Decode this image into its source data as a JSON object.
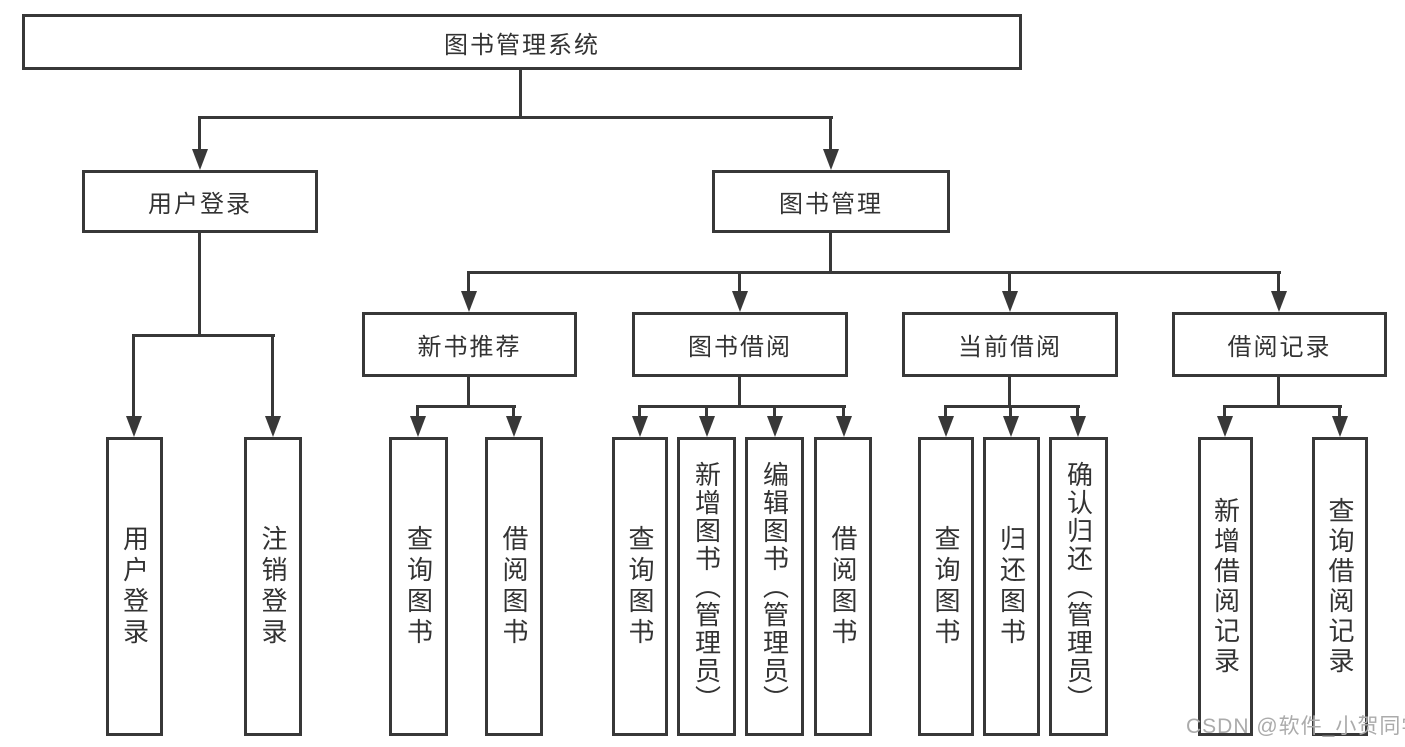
{
  "diagram_type": "hierarchy-tree",
  "colors": {
    "line": "#383838",
    "box_border": "#383838",
    "text": "#333333",
    "background": "#ffffff",
    "watermark": "#ababab"
  },
  "nodes": {
    "root": {
      "label": "图书管理系统"
    },
    "user_login": {
      "label": "用户登录"
    },
    "book_mgmt": {
      "label": "图书管理"
    },
    "login": {
      "label": "用户登录"
    },
    "logout": {
      "label": "注销登录"
    },
    "new_book_rec": {
      "label": "新书推荐"
    },
    "book_borrow": {
      "label": "图书借阅"
    },
    "current_borrow": {
      "label": "当前借阅"
    },
    "borrow_records": {
      "label": "借阅记录"
    },
    "nbr_query": {
      "label": "查询图书"
    },
    "nbr_borrow": {
      "label": "借阅图书"
    },
    "bb_query": {
      "label": "查询图书"
    },
    "bb_add": {
      "label": "新增图书（管理员）"
    },
    "bb_edit": {
      "label": "编辑图书（管理员）"
    },
    "bb_borrow": {
      "label": "借阅图书"
    },
    "cb_query": {
      "label": "查询图书"
    },
    "cb_return": {
      "label": "归还图书"
    },
    "cb_confirm": {
      "label": "确认归还（管理员）"
    },
    "br_add": {
      "label": "新增借阅记录"
    },
    "br_query": {
      "label": "查询借阅记录"
    }
  },
  "hierarchy": {
    "图书管理系统": [
      "用户登录",
      "图书管理"
    ],
    "用户登录": [
      "用户登录",
      "注销登录"
    ],
    "图书管理": [
      "新书推荐",
      "图书借阅",
      "当前借阅",
      "借阅记录"
    ],
    "新书推荐": [
      "查询图书",
      "借阅图书"
    ],
    "图书借阅": [
      "查询图书",
      "新增图书（管理员）",
      "编辑图书（管理员）",
      "借阅图书"
    ],
    "当前借阅": [
      "查询图书",
      "归还图书",
      "确认归还（管理员）"
    ],
    "借阅记录": [
      "新增借阅记录",
      "查询借阅记录"
    ]
  },
  "watermark": {
    "text": "CSDN @软件_小贺同学"
  }
}
